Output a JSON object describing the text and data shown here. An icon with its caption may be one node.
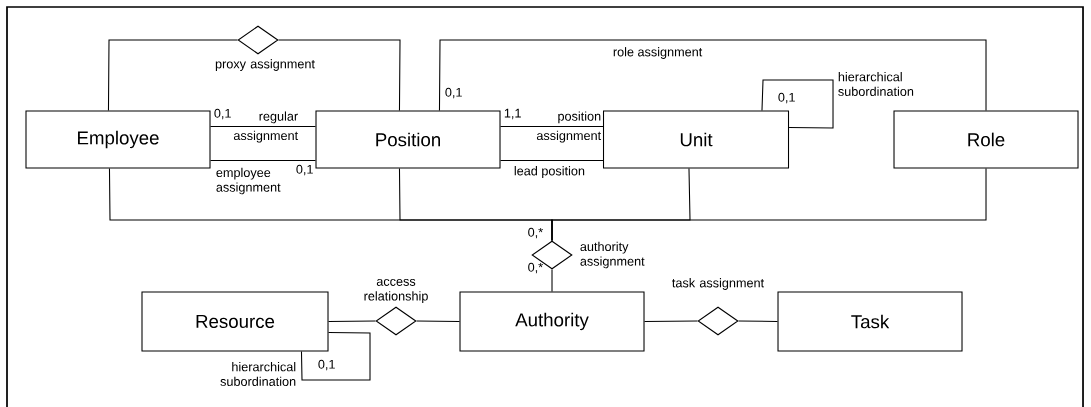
{
  "diagram": {
    "nodes": [
      {
        "text": [
          "Employee"
        ]
      },
      {
        "text": [
          "Position"
        ]
      },
      {
        "text": [
          "Unit"
        ]
      },
      {
        "text": [
          "Role"
        ]
      },
      {
        "text": [],
        "shape": "diamond",
        "beside": [
          "proxy assignment"
        ]
      },
      {
        "text": [],
        "shape": "diamond",
        "beside": [
          "authority assignment"
        ]
      },
      {
        "text": [
          "Resource"
        ]
      },
      {
        "text": [],
        "shape": "diamond",
        "beside": [
          "access relationship"
        ]
      },
      {
        "text": [
          "Authority"
        ]
      },
      {
        "text": [],
        "shape": "diamond",
        "beside": [
          "task assignment"
        ]
      },
      {
        "text": [
          "Task"
        ]
      }
    ],
    "edges": [
      {
        "from": 0,
        "to": 4,
        "arrow": "none"
      },
      {
        "from": 4,
        "to": 1,
        "arrow": "none"
      },
      {
        "from": 1,
        "to": 3,
        "arrow": "none",
        "label": "role assignment"
      },
      {
        "from": 0,
        "to": 1,
        "arrow": "none",
        "label": "regular assignment"
      },
      {
        "from": 0,
        "to": 1,
        "arrow": "none",
        "label": "employee assignment"
      },
      {
        "from": 1,
        "to": 2,
        "arrow": "none",
        "label": "position assignment"
      },
      {
        "from": 1,
        "to": 2,
        "arrow": "none",
        "label": "lead position"
      },
      {
        "from": 2,
        "to": 2,
        "arrow": "none",
        "label": "hierarchical subordination"
      },
      {
        "from": 0,
        "to": 5,
        "arrow": "none"
      },
      {
        "from": 1,
        "to": 5,
        "arrow": "none"
      },
      {
        "from": 2,
        "to": 5,
        "arrow": "none"
      },
      {
        "from": 3,
        "to": 5,
        "arrow": "none"
      },
      {
        "from": 5,
        "to": 8,
        "arrow": "none"
      },
      {
        "from": 6,
        "to": 7,
        "arrow": "none"
      },
      {
        "from": 7,
        "to": 8,
        "arrow": "none"
      },
      {
        "from": 8,
        "to": 9,
        "arrow": "none"
      },
      {
        "from": 9,
        "to": 10,
        "arrow": "none"
      },
      {
        "from": 6,
        "to": 6,
        "arrow": "none",
        "label": "hierarchical subordination"
      }
    ],
    "labels": [
      "0,1",
      "0,1",
      "0,1",
      "1,1",
      "0,1",
      "0,*",
      "0,*",
      "0,1"
    ]
  }
}
